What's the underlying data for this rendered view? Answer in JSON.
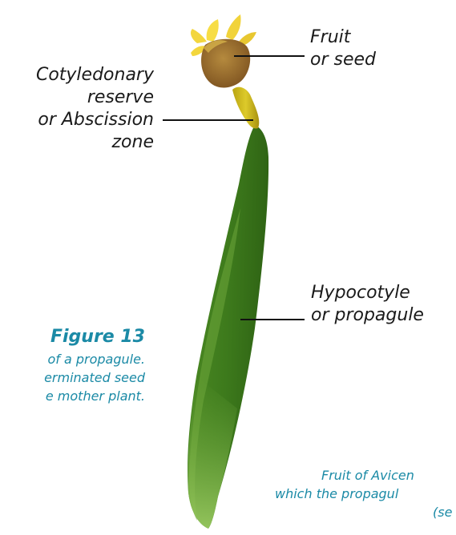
{
  "labels": {
    "fruit": "Fruit\nor seed",
    "cotyledonary": "Cotyledonary\nreserve\nor Abscission\nzone",
    "hypocotyle": "Hypocotyle\nor propagule"
  },
  "caption": {
    "title": "Figure 13",
    "line1": "of a propagule.",
    "line2": "erminated seed",
    "line3": "e mother plant."
  },
  "bottom_caption": {
    "line1": "Fruit of Avicen",
    "line2": "which the propagul",
    "line3": "(se"
  },
  "colors": {
    "hypocotyl_dark": "#3f7a1f",
    "hypocotyl_light": "#8fbf55",
    "collar": "#c9b41a",
    "fruit": "#9a6b2a",
    "sepals": "#f2d23a",
    "caption": "#1b8aa6",
    "leader": "#111111"
  }
}
